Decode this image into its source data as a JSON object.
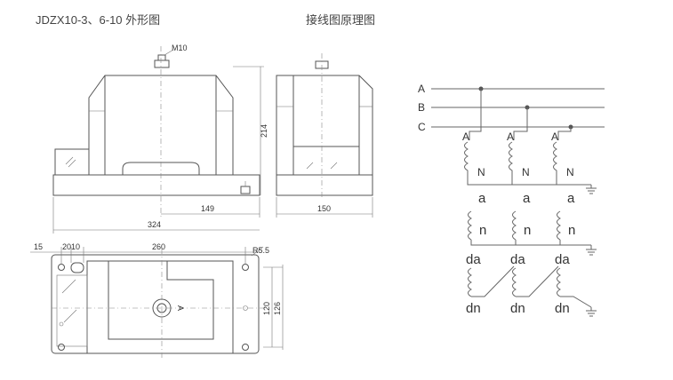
{
  "titles": {
    "outline": "JDZX10-3、6-10 外形图",
    "wiring": "接线图原理图"
  },
  "dims": {
    "m10": "M10",
    "h214": "214",
    "w149": "149",
    "w324": "324",
    "w150": "150",
    "d15": "15",
    "d2010": "2010",
    "d260": "260",
    "r55": "R5.5",
    "h120": "120",
    "h126": "126",
    "arrowA": "A"
  },
  "wiring": {
    "phases": [
      "A",
      "B",
      "C"
    ],
    "primary_top": [
      "A",
      "A",
      "A"
    ],
    "primary_bottom": [
      "N",
      "N",
      "N"
    ],
    "secondary_top": [
      "a",
      "a",
      "a"
    ],
    "secondary_bottom": [
      "n",
      "n",
      "n"
    ],
    "residual_top": [
      "da",
      "da",
      "da"
    ],
    "residual_bottom": [
      "dn",
      "dn",
      "dn"
    ]
  }
}
